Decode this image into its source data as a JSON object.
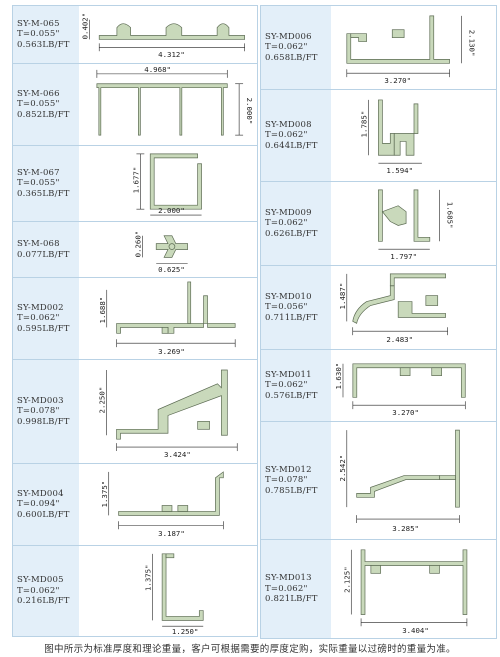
{
  "profiles_left": [
    {
      "code": "SY-M-065",
      "thickness": "T=0.055\"",
      "weight": "0.563LB/FT",
      "dim_h": "4.312\"",
      "dim_v": "0.402\""
    },
    {
      "code": "SY-M-066",
      "thickness": "T=0.055\"",
      "weight": "0.852LB/FT",
      "dim_h": "4.968\"",
      "dim_v": "2.000\""
    },
    {
      "code": "SY-M-067",
      "thickness": "T=0.055\"",
      "weight": "0.365LB/FT",
      "dim_h": "2.000\"",
      "dim_v": "1.677\""
    },
    {
      "code": "SY-M-068",
      "thickness": "",
      "weight": "0.077LB/FT",
      "dim_h": "0.625\"",
      "dim_v": "0.260\""
    },
    {
      "code": "SY-MD002",
      "thickness": "T=0.062\"",
      "weight": "0.595LB/FT",
      "dim_h": "3.269\"",
      "dim_v": "1.688\""
    },
    {
      "code": "SY-MD003",
      "thickness": "T=0.078\"",
      "weight": "0.998LB/FT",
      "dim_h": "3.424\"",
      "dim_v": "2.250\""
    },
    {
      "code": "SY-MD004",
      "thickness": "T=0.094\"",
      "weight": "0.600LB/FT",
      "dim_h": "3.187\"",
      "dim_v": "1.375\""
    },
    {
      "code": "SY-MD005",
      "thickness": "T=0.062\"",
      "weight": "0.216LB/FT",
      "dim_h": "1.250\"",
      "dim_v": "1.375\""
    }
  ],
  "profiles_right": [
    {
      "code": "SY-MD006",
      "thickness": "T=0.062\"",
      "weight": "0.658LB/FT",
      "dim_h": "3.270\"",
      "dim_v": "2.130\""
    },
    {
      "code": "SY-MD008",
      "thickness": "T=0.062\"",
      "weight": "0.644LB/FT",
      "dim_h": "1.594\"",
      "dim_v": "1.785\""
    },
    {
      "code": "SY-MD009",
      "thickness": "T=0.062\"",
      "weight": "0.626LB/FT",
      "dim_h": "1.797\"",
      "dim_v": "1.685\""
    },
    {
      "code": "SY-MD010",
      "thickness": "T=0.056\"",
      "weight": "0.711LB/FT",
      "dim_h": "2.483\"",
      "dim_v": "1.487\""
    },
    {
      "code": "SY-MD011",
      "thickness": "T=0.062\"",
      "weight": "0.576LB/FT",
      "dim_h": "3.270\"",
      "dim_v": "1.630\""
    },
    {
      "code": "SY-MD012",
      "thickness": "T=0.078\"",
      "weight": "0.785LB/FT",
      "dim_h": "3.285\"",
      "dim_v": "2.542\""
    },
    {
      "code": "SY-MD013",
      "thickness": "T=0.062\"",
      "weight": "0.821LB/FT",
      "dim_h": "3.404\"",
      "dim_v": "2.125\""
    }
  ],
  "footnote": "图中所示为标准厚度和理论重量，客户可根据需要的厚度定购，实际重量以过磅时的重量为准。",
  "colors": {
    "label_bg": "#e3eff9",
    "border": "#b9d2e5",
    "profile_fill": "#c9d9bb"
  }
}
